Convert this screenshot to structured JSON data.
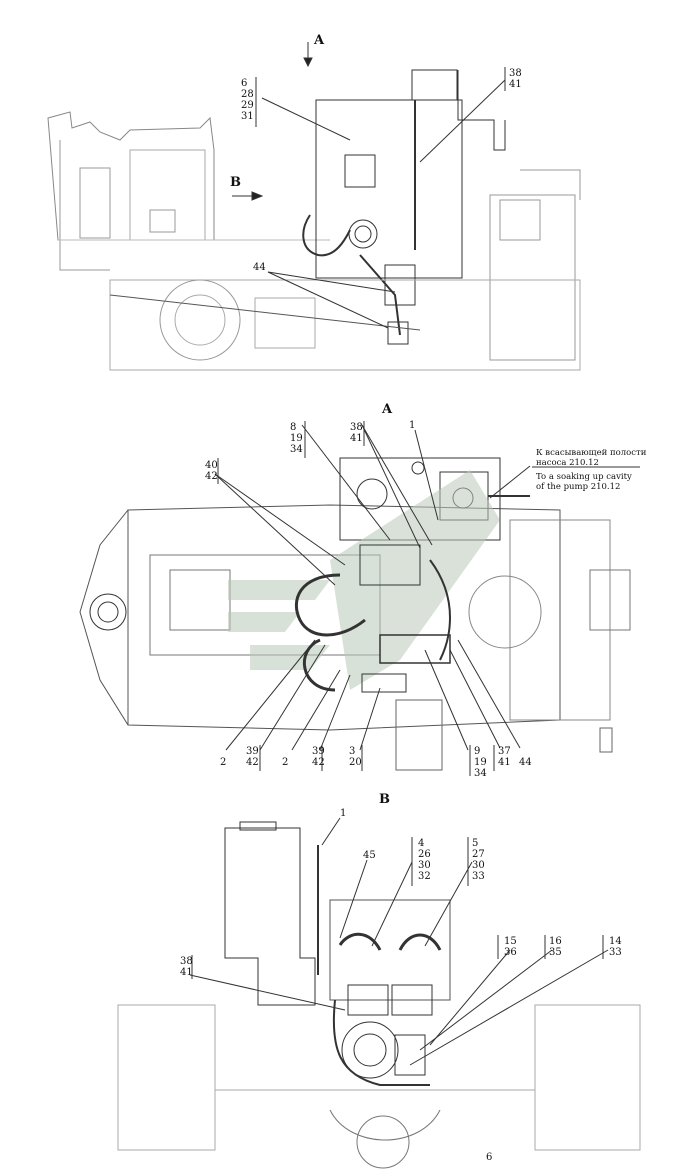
{
  "views": {
    "top_arrow_a": "A",
    "top_arrow_b": "B",
    "view_a_title": "A",
    "view_b_title": "B"
  },
  "notes": {
    "ru_line1": "К всасывающей полости",
    "ru_line2": "насоса 210.12",
    "en_line1": "To a soaking up cavity",
    "en_line2": "of the pump 210.12"
  },
  "callouts_top": {
    "g1": [
      "6",
      "28",
      "29",
      "31"
    ],
    "g2": [
      "38",
      "41"
    ],
    "g3": "44"
  },
  "callouts_a": {
    "g_8": [
      "8",
      "19",
      "34"
    ],
    "g_38": [
      "38",
      "41"
    ],
    "g_1": "1",
    "g_40": [
      "40",
      "42"
    ],
    "g_2a": "2",
    "g_39a": [
      "39",
      "42"
    ],
    "g_2b": "2",
    "g_39b": [
      "39",
      "42"
    ],
    "g_3": [
      "3",
      "20"
    ],
    "g_9": [
      "9",
      "19",
      "34"
    ],
    "g_37": [
      "37",
      "41"
    ],
    "g_44": "44"
  },
  "callouts_b": {
    "g_1": "1",
    "g_45": "45",
    "g_4": [
      "4",
      "26",
      "30",
      "32"
    ],
    "g_5": [
      "5",
      "27",
      "30",
      "33"
    ],
    "g_38": [
      "38",
      "41"
    ],
    "g_15": [
      "15",
      "36"
    ],
    "g_16": [
      "16",
      "35"
    ],
    "g_14": [
      "14",
      "33"
    ],
    "g_6": "6"
  }
}
